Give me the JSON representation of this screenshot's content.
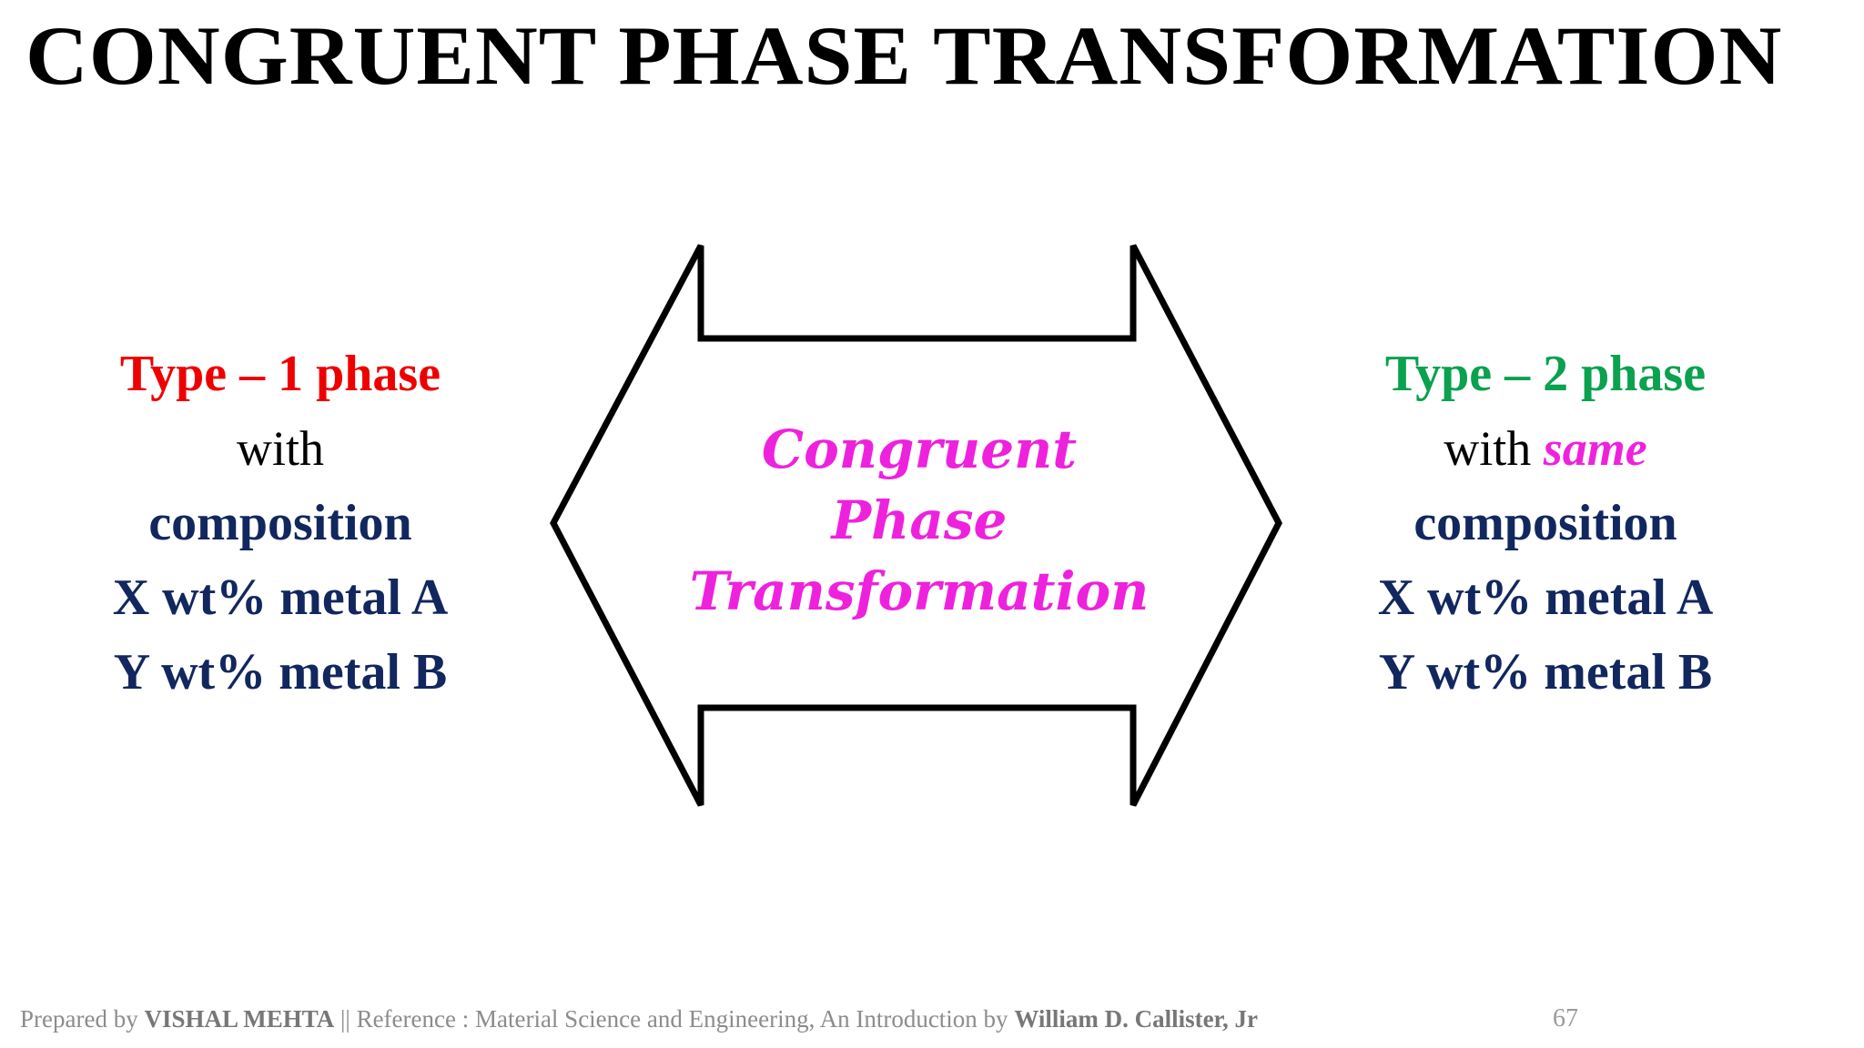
{
  "slide": {
    "title": "CONGRUENT PHASE TRANSFORMATION",
    "page_number": "67"
  },
  "colors": {
    "title": "#000000",
    "type_one": "#ee0000",
    "type_two": "#0aa14f",
    "navy": "#12275e",
    "magenta": "#ee22dd",
    "footer_gray": "#8c8c8c",
    "background": "#ffffff",
    "arrow_stroke": "#000000"
  },
  "left_column": {
    "type_label": "Type – 1 phase",
    "with_text": "with",
    "emphasis_word": "",
    "composition": "composition",
    "metal_a": "X wt% metal A",
    "metal_b": "Y wt% metal B"
  },
  "right_column": {
    "type_label": "Type – 2 phase",
    "with_text": "with",
    "emphasis_word": "same",
    "composition": "composition",
    "metal_a": "X wt% metal A",
    "metal_b": "Y wt% metal B"
  },
  "center_arrow": {
    "icon": "double-headed-horizontal-arrow-icon",
    "line1": "Congruent",
    "line2": "Phase",
    "line3": "Transformation"
  },
  "footer": {
    "prepared_by_prefix": "Prepared by ",
    "author": "VISHAL MEHTA",
    "separator": " || ",
    "reference_prefix": "Reference : Material Science and Engineering, An Introduction by ",
    "reference_author": "William D. Callister, Jr"
  }
}
